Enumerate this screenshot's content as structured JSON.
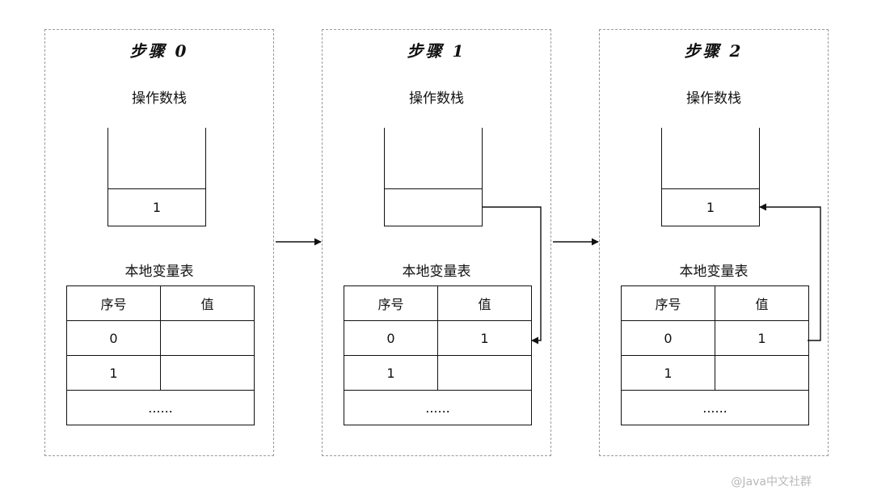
{
  "steps": [
    {
      "title": "步骤 0",
      "stack_label": "操作数栈",
      "stack_value": "1",
      "lvt_label": "本地变量表",
      "lvt_header": [
        "序号",
        "值"
      ],
      "lvt_rows": [
        [
          "0",
          ""
        ],
        [
          "1",
          ""
        ]
      ],
      "lvt_more": "......"
    },
    {
      "title": "步骤 1",
      "stack_label": "操作数栈",
      "stack_value": "",
      "lvt_label": "本地变量表",
      "lvt_header": [
        "序号",
        "值"
      ],
      "lvt_rows": [
        [
          "0",
          "1"
        ],
        [
          "1",
          ""
        ]
      ],
      "lvt_more": "......"
    },
    {
      "title": "步骤 2",
      "stack_label": "操作数栈",
      "stack_value": "1",
      "lvt_label": "本地变量表",
      "lvt_header": [
        "序号",
        "值"
      ],
      "lvt_rows": [
        [
          "0",
          "1"
        ],
        [
          "1",
          ""
        ]
      ],
      "lvt_more": "......"
    }
  ],
  "watermark": "@Java中文社群"
}
